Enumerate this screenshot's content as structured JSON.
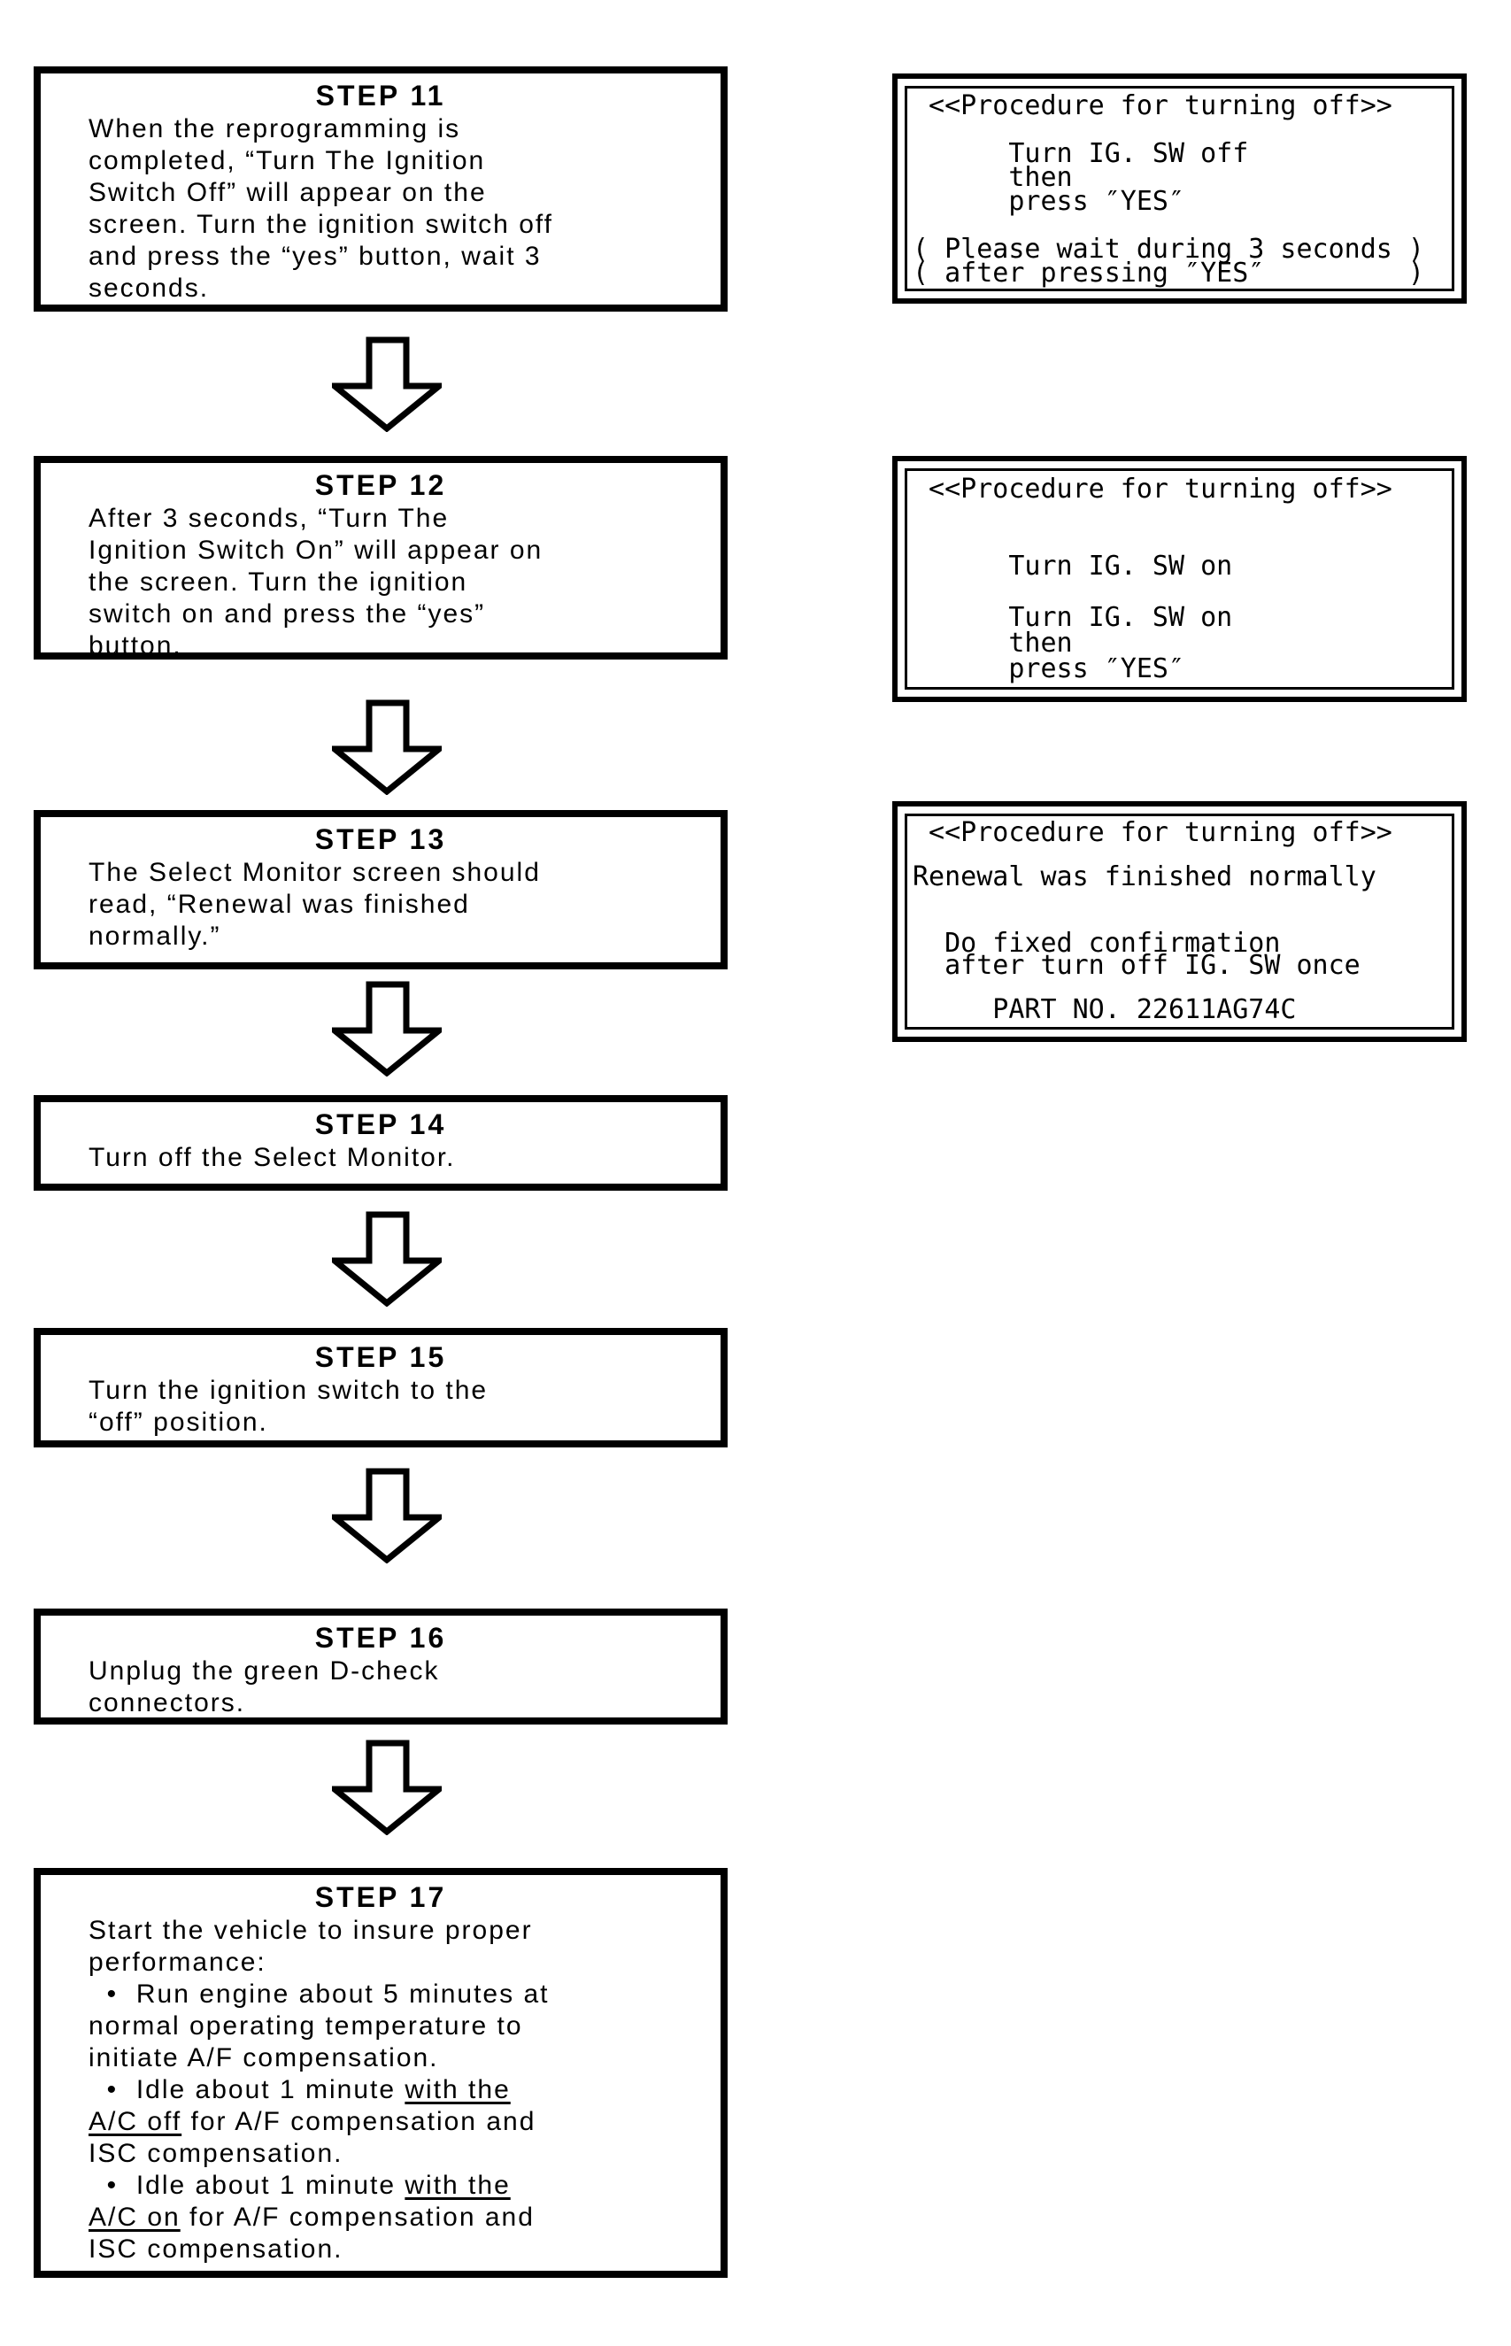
{
  "colors": {
    "ink": "#000000",
    "paper": "#ffffff"
  },
  "steps": [
    {
      "title": "STEP 11",
      "lines": [
        [
          {
            "t": "When the reprogramming is"
          }
        ],
        [
          {
            "t": "completed, “Turn The Ignition"
          }
        ],
        [
          {
            "t": "Switch Off” will appear on the"
          }
        ],
        [
          {
            "t": "screen. Turn the ignition switch off"
          }
        ],
        [
          {
            "t": "and press the “yes” button, wait 3"
          }
        ],
        [
          {
            "t": "seconds."
          }
        ]
      ]
    },
    {
      "title": "STEP 12",
      "lines": [
        [
          {
            "t": "After 3 seconds, “Turn The"
          }
        ],
        [
          {
            "t": "Ignition Switch On” will appear on"
          }
        ],
        [
          {
            "t": "the screen. Turn the ignition"
          }
        ],
        [
          {
            "t": "switch on and press the “yes”"
          }
        ],
        [
          {
            "t": "button."
          }
        ]
      ]
    },
    {
      "title": "STEP 13",
      "lines": [
        [
          {
            "t": "The Select Monitor screen should"
          }
        ],
        [
          {
            "t": "read, “Renewal was finished"
          }
        ],
        [
          {
            "t": "normally.”"
          }
        ]
      ]
    },
    {
      "title": "STEP 14",
      "lines": [
        [
          {
            "t": "Turn off the Select Monitor."
          }
        ]
      ]
    },
    {
      "title": "STEP 15",
      "lines": [
        [
          {
            "t": "Turn the ignition switch to the"
          }
        ],
        [
          {
            "t": "“off” position."
          }
        ]
      ]
    },
    {
      "title": "STEP 16",
      "lines": [
        [
          {
            "t": "Unplug the green D-check"
          }
        ],
        [
          {
            "t": "connectors."
          }
        ]
      ]
    },
    {
      "title": "STEP 17",
      "lines": [
        [
          {
            "t": "Start the vehicle to insure proper"
          }
        ],
        [
          {
            "t": "performance:"
          }
        ],
        [
          {
            "t": "  •  Run engine about 5 minutes at"
          }
        ],
        [
          {
            "t": "normal operating temperature to"
          }
        ],
        [
          {
            "t": "initiate A/F compensation."
          }
        ],
        [
          {
            "t": "  •  Idle about 1 minute "
          },
          {
            "t": "with the",
            "u": true
          }
        ],
        [
          {
            "t": "A/C off",
            "u": true
          },
          {
            "t": " for A/F compensation and"
          }
        ],
        [
          {
            "t": "ISC compensation."
          }
        ],
        [
          {
            "t": "  •  Idle about 1 minute "
          },
          {
            "t": "with the",
            "u": true
          }
        ],
        [
          {
            "t": "A/C on",
            "u": true
          },
          {
            "t": " for A/F compensation and"
          }
        ],
        [
          {
            "t": "ISC compensation."
          }
        ]
      ]
    }
  ],
  "monitors": [
    {
      "name": "turn-ig-sw-off-screen",
      "lines": [
        " <<Procedure for turning off>>",
        "",
        "      Turn IG. SW off",
        "      then",
        "      press ″YES″",
        "",
        "( Please wait during 3 seconds )",
        "( after pressing ″YES″         )"
      ]
    },
    {
      "name": "turn-ig-sw-on-screen",
      "lines": [
        " <<Procedure for turning off>>",
        "",
        "",
        "      Turn IG. SW on",
        "",
        "      Turn IG. SW on",
        "      then",
        "      press ″YES″"
      ]
    },
    {
      "name": "renewal-finished-screen",
      "lines": [
        " <<Procedure for turning off>>",
        "",
        "Renewal was finished normally",
        "",
        "",
        "  Do fixed confirmation",
        "  after turn off IG. SW once",
        "",
        "     PART NO. 22611AG74C"
      ]
    }
  ]
}
